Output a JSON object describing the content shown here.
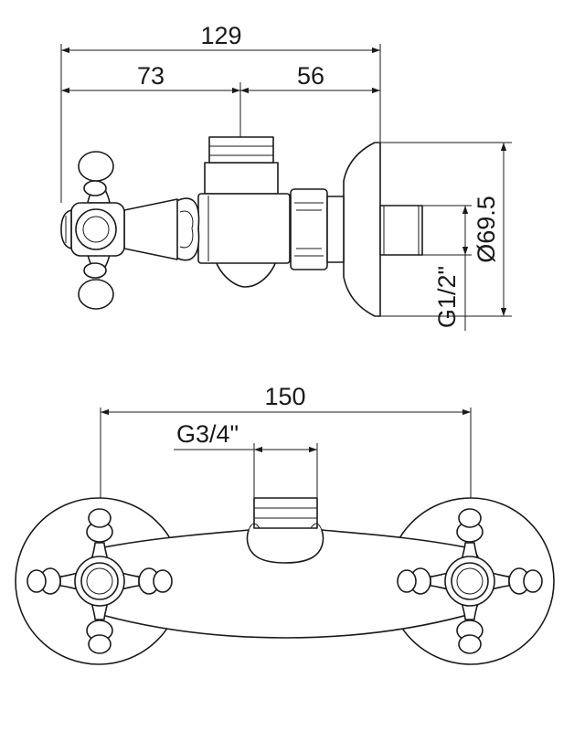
{
  "side_view": {
    "dim_overall": "129",
    "dim_left": "73",
    "dim_right": "56",
    "dim_diameter": "Ø69.5",
    "dim_thread": "G1/2\""
  },
  "front_view": {
    "dim_centers": "150",
    "dim_outlet_thread": "G3/4\""
  }
}
